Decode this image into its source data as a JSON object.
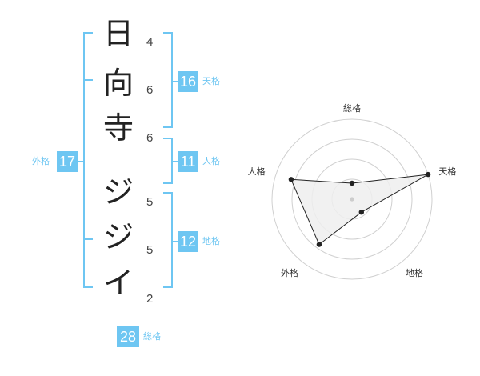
{
  "name_chars": [
    "日",
    "向",
    "寺",
    "ジ",
    "ジ",
    "イ"
  ],
  "strokes": [
    "4",
    "6",
    "6",
    "5",
    "5",
    "2"
  ],
  "fortunes": {
    "tenkaku": {
      "value": "16",
      "label": "天格"
    },
    "jinkaku": {
      "value": "11",
      "label": "人格"
    },
    "chikaku": {
      "value": "12",
      "label": "地格"
    },
    "gaikaku": {
      "value": "17",
      "label": "外格"
    },
    "soukaku": {
      "value": "28",
      "label": "総格"
    }
  },
  "radar": {
    "axes": [
      "総格",
      "天格",
      "地格",
      "外格",
      "人格"
    ],
    "values": [
      0.2,
      1.0,
      0.2,
      0.7,
      0.8
    ],
    "rings": 4
  },
  "colors": {
    "accent": "#6ec6f2",
    "text": "#222222",
    "grid": "#d0d0d0",
    "fill": "#efefef"
  }
}
